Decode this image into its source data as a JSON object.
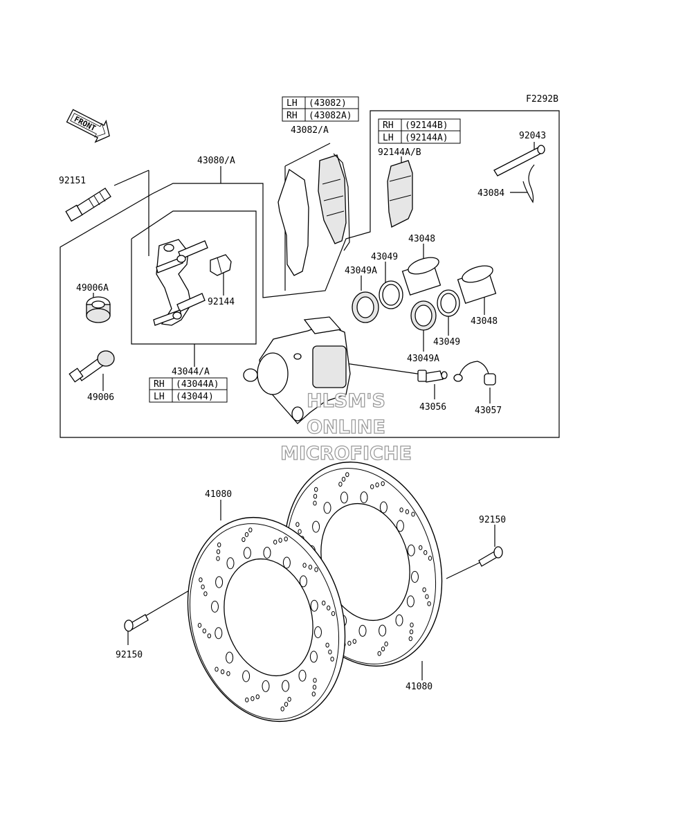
{
  "figure_code": "F2292B",
  "front_label": "FRONT",
  "watermark": [
    "HLSM'S",
    "ONLINE",
    "MICROFICHE"
  ],
  "labels": {
    "p92151": "92151",
    "p43080A": "43080/A",
    "p43082A": "43082/A",
    "p92144AB": "92144A/B",
    "p92043": "92043",
    "p43084": "43084",
    "p49006A": "49006A",
    "p92144": "92144",
    "p43048_top": "43048",
    "p43049_top": "43049",
    "p43049A_left": "43049A",
    "p43048_right": "43048",
    "p43049_bottom": "43049",
    "p43049A_bottom": "43049A",
    "p49006": "49006",
    "p43044A": "43044/A",
    "p43056": "43056",
    "p43057": "43057",
    "p41080_left": "41080",
    "p41080_right": "41080",
    "p92150_right": "92150",
    "p92150_left": "92150"
  },
  "tables": {
    "pads": [
      [
        "LH",
        "(43082)"
      ],
      [
        "RH",
        "(43082A)"
      ]
    ],
    "shims": [
      [
        "RH",
        "(92144B)"
      ],
      [
        "LH",
        "(92144A)"
      ]
    ],
    "bracket": [
      [
        "RH",
        "(43044A)"
      ],
      [
        "LH",
        "(43044)"
      ]
    ]
  }
}
